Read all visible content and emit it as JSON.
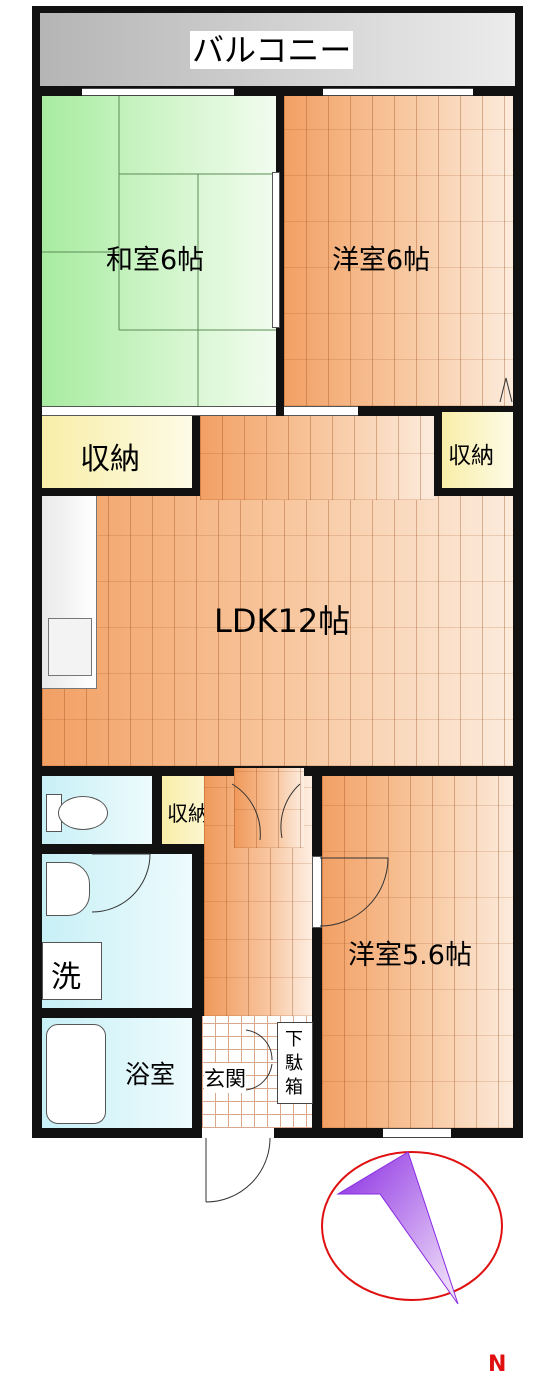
{
  "balcony": {
    "label": "バルコニー"
  },
  "rooms": {
    "washitsu": "和室6帖",
    "yoshitsu_top": "洋室6帖",
    "shuno_left": "収納",
    "shuno_right": "収納",
    "ldk": "LDK12帖",
    "shuno_small": "収納",
    "yoshitsu_bottom": "洋室5.6帖",
    "sentaku": "洗",
    "yokushitsu": "浴室",
    "genkan": "玄関",
    "getabako": [
      "下",
      "駄",
      "箱"
    ]
  },
  "compass": {
    "label": "N",
    "ring_color": "#e01010",
    "needle_color": "#8a2be2"
  }
}
